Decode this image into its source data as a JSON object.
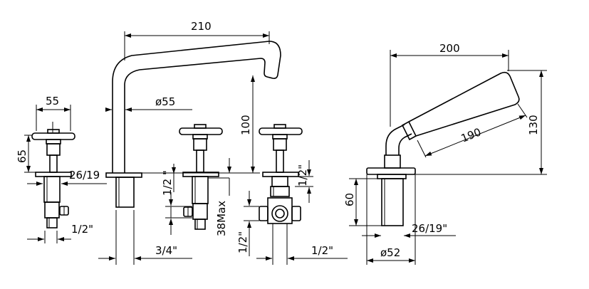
{
  "dimensions": {
    "spout_reach": "210",
    "spout_diameter": "ø55",
    "spout_rise": "100",
    "handle_width": "55",
    "handle_height": "65",
    "base_thread": "26/19",
    "valve_inlet_left": "1/2\"",
    "spout_inlet": "3/4\"",
    "valve_side_thread": "1/2 \"",
    "max_deck": "38Max",
    "valve_bottom_left": "1/2\"",
    "valve_bottom_right": "1/2\"",
    "valve_right_side": "1/2\"",
    "shower_reach": "200",
    "shower_length": "190",
    "shower_height": "130",
    "shower_base_height": "60",
    "shower_thread": "26/19\"",
    "shower_base_diameter": "ø52"
  }
}
